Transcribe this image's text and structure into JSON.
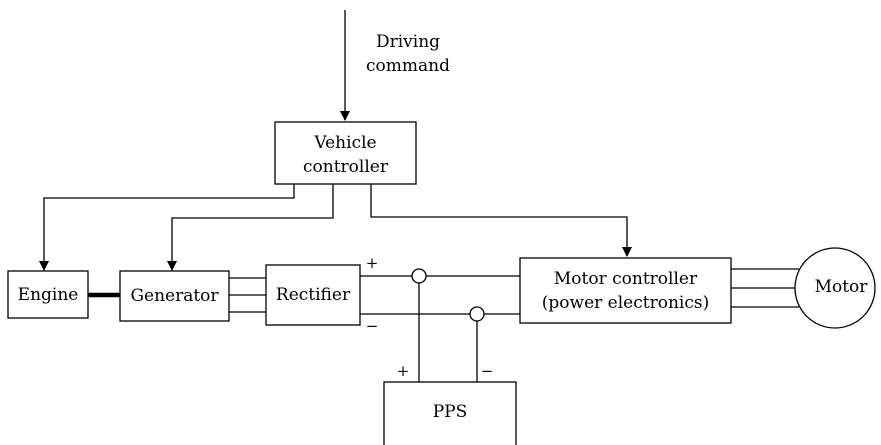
{
  "input": {
    "line1": "Driving",
    "line2": "command"
  },
  "blocks": {
    "vehicle_controller": {
      "line1": "Vehicle",
      "line2": "controller"
    },
    "engine": "Engine",
    "generator": "Generator",
    "rectifier": "Rectifier",
    "motor_controller": {
      "line1": "Motor controller",
      "line2": "(power electronics)"
    },
    "motor": "Motor",
    "pps": "PPS"
  },
  "signs": {
    "bus_plus": "+",
    "bus_minus": "−",
    "pps_plus": "+",
    "pps_minus": "−"
  }
}
